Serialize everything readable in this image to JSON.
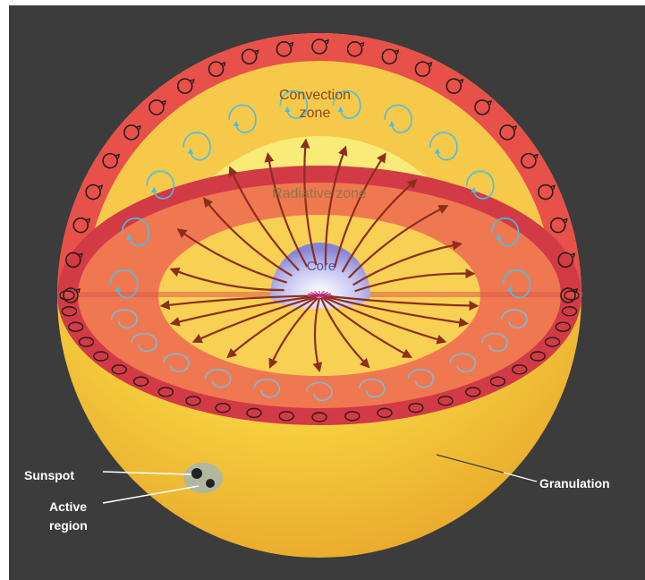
{
  "diagram": {
    "labels": {
      "convection_line1": "Convection",
      "convection_line2": "zone",
      "radiative": "Radiative zone",
      "core": "Core",
      "sunspot": "Sunspot",
      "active_line1": "Active",
      "active_line2": "region",
      "granulation": "Granulation"
    },
    "colors": {
      "background": "#3c3c3c",
      "outer_shell": "#e8504a",
      "convection_zone": "#f6c94a",
      "radiative_zone": "#fbf08a",
      "inner_glow": "#fffbc2",
      "core": "#b3b3ee",
      "radiation_arrows": "#8c2e1e",
      "convection_loops": "#48bfe6",
      "photosphere": "#f7d341",
      "label_text": "#ffffff",
      "zone_text": "#8a4a20"
    },
    "icons": {
      "rotation_cells": "circular-arrow-icon",
      "radiation": "arrow-icon",
      "convection": "spiral-loop-icon"
    }
  }
}
